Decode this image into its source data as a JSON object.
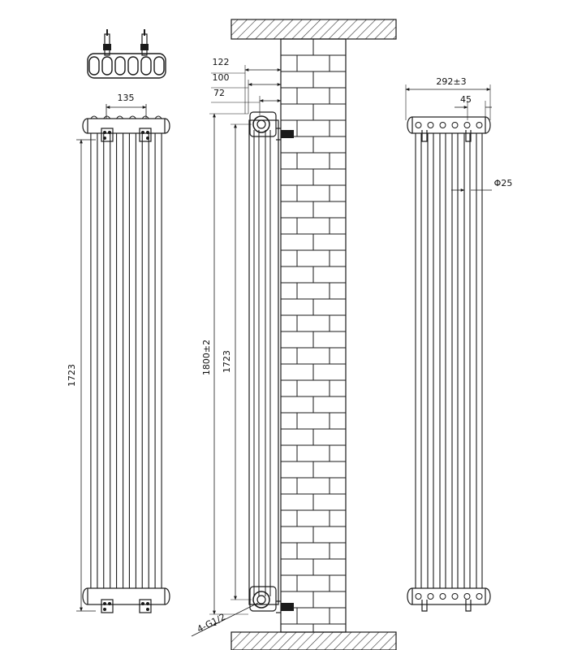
{
  "dimensions": {
    "front_width": "135",
    "front_height": "1723",
    "side_122": "122",
    "side_100": "100",
    "side_72": "72",
    "side_total_height": "1800±2",
    "side_height": "1723",
    "thread": "4-G1/2",
    "end_width": "292±3",
    "end_45": "45",
    "tube_dia": "Φ25"
  },
  "colors": {
    "line": "#1a1a1a",
    "hatch": "#333333",
    "background": "#ffffff"
  }
}
